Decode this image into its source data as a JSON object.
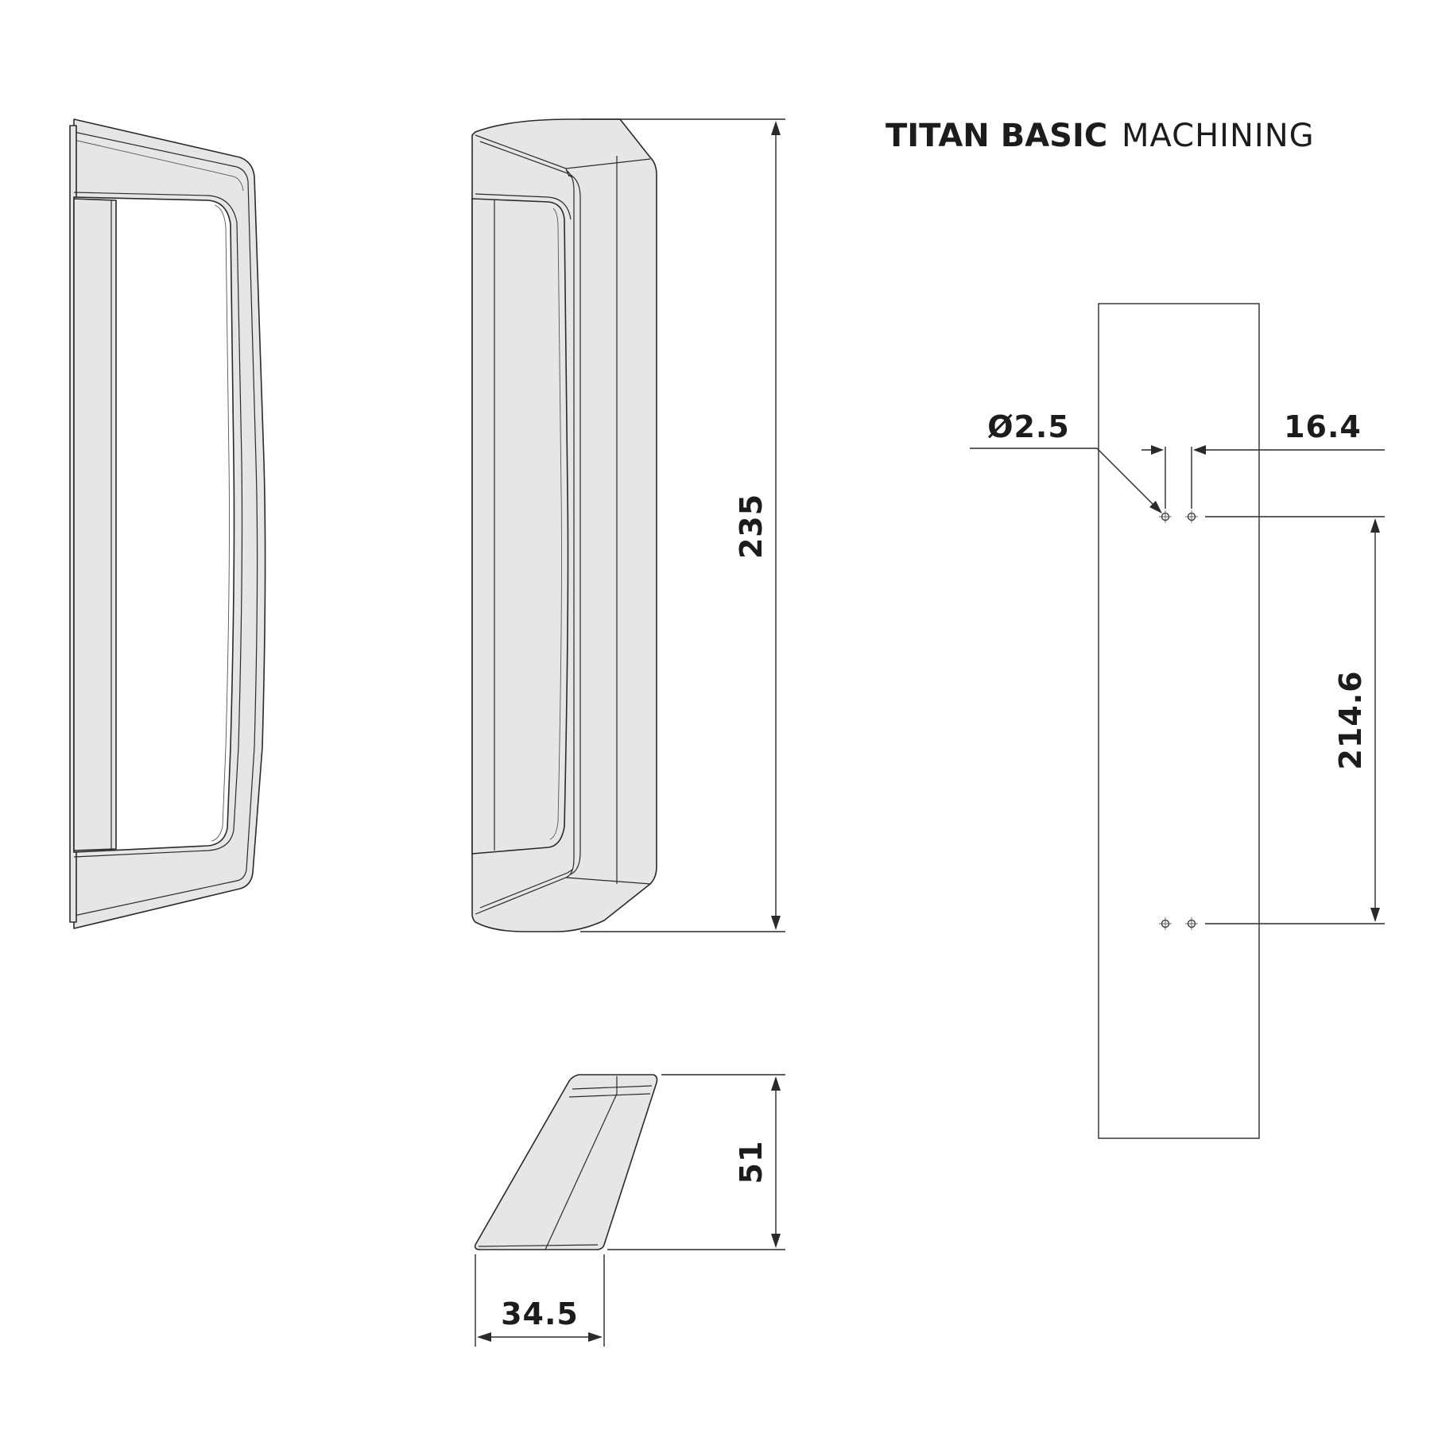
{
  "title": {
    "bold": "TITAN BASIC",
    "light": "MACHINING"
  },
  "dimensions": {
    "height": "235",
    "depth": "51",
    "width": "34.5",
    "hole_diameter": "Ø2.5",
    "hole_offset": "16.4",
    "hole_spacing": "214.6"
  },
  "colors": {
    "handle_fill": "#e6e6e6",
    "line": "#2a2a2a"
  }
}
